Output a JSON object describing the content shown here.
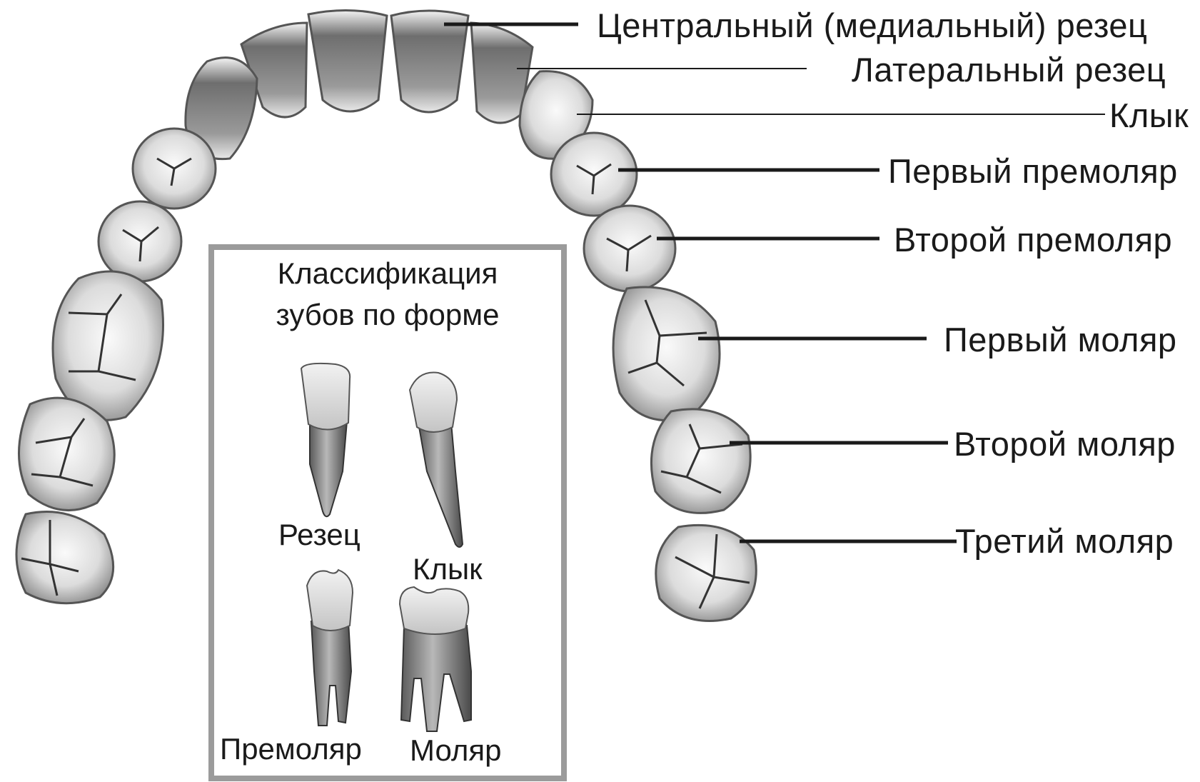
{
  "arch_labels": {
    "central_incisor": "Центральный (медиальный) резец",
    "lateral_incisor": "Латеральный резец",
    "canine": "Клык",
    "first_premolar": "Первый премоляр",
    "second_premolar": "Второй премоляр",
    "first_molar": "Первый моляр",
    "second_molar": "Второй моляр",
    "third_molar": "Третий моляр"
  },
  "panel": {
    "title_line1": "Классификация",
    "title_line2": "зубов по форме",
    "incisor": "Резец",
    "canine": "Клык",
    "premolar": "Премоляр",
    "molar": "Моляр"
  }
}
